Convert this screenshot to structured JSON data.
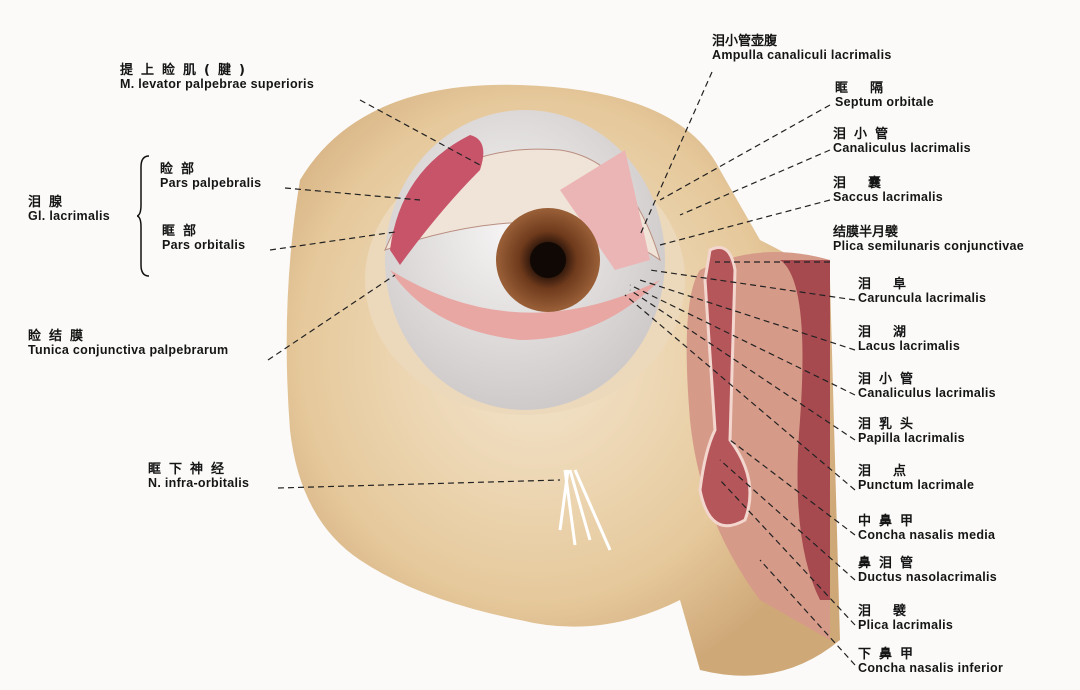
{
  "labels_left": [
    {
      "id": "levator",
      "zh": "提上睑肌(腱)",
      "la": "M. levator palpebrae superioris"
    },
    {
      "id": "gland",
      "zh": "泪腺",
      "la": "Gl. lacrimalis"
    },
    {
      "id": "pars-palpebralis",
      "zh": "睑部",
      "la": "Pars palpebralis"
    },
    {
      "id": "pars-orbitalis",
      "zh": "眶部",
      "la": "Pars orbitalis"
    },
    {
      "id": "tunica",
      "zh": "睑结膜",
      "la": "Tunica conjunctiva palpebrarum"
    },
    {
      "id": "infraorbital",
      "zh": "眶下神经",
      "la": "N. infra-orbitalis"
    }
  ],
  "labels_right": [
    {
      "id": "ampulla",
      "zh": "泪小管壶腹",
      "la": "Ampulla canaliculi lacrimalis"
    },
    {
      "id": "septum",
      "zh": "眶隔",
      "la": "Septum orbitale"
    },
    {
      "id": "canaliculus-1",
      "zh": "泪小管",
      "la": "Canaliculus lacrimalis"
    },
    {
      "id": "saccus",
      "zh": "泪囊",
      "la": "Saccus lacrimalis"
    },
    {
      "id": "plica-semilunaris",
      "zh": "结膜半月襞",
      "la": "Plica semilunaris conjunctivae"
    },
    {
      "id": "caruncula",
      "zh": "泪阜",
      "la": "Caruncula lacrimalis"
    },
    {
      "id": "lacus",
      "zh": "泪湖",
      "la": "Lacus lacrimalis"
    },
    {
      "id": "canaliculus-2",
      "zh": "泪小管",
      "la": "Canaliculus lacrimalis"
    },
    {
      "id": "papilla",
      "zh": "泪乳头",
      "la": "Papilla lacrimalis"
    },
    {
      "id": "punctum",
      "zh": "泪点",
      "la": "Punctum lacrimale"
    },
    {
      "id": "concha-media",
      "zh": "中鼻甲",
      "la": "Concha nasalis media"
    },
    {
      "id": "ductus",
      "zh": "鼻泪管",
      "la": "Ductus nasolacrimalis"
    },
    {
      "id": "plica-lacrimalis",
      "zh": "泪襞",
      "la": "Plica lacrimalis"
    },
    {
      "id": "concha-inferior",
      "zh": "下鼻甲",
      "la": "Concha nasalis inferior"
    }
  ],
  "colors": {
    "skin": "#e8cfa3",
    "skin_dark": "#c9a677",
    "sclera": "#e9e6e6",
    "iris": "#7a4524",
    "conjunctiva": "#e8a7a3",
    "gland": "#c8546a",
    "nasal": "#b5565a"
  }
}
